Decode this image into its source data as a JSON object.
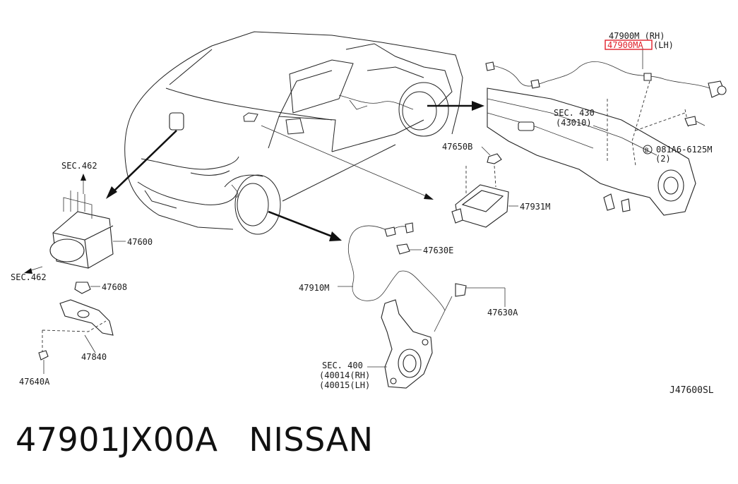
{
  "labels": {
    "sec462_top": "SEC.462",
    "sec462_bottom": "SEC.462",
    "p47600": "47600",
    "p47608": "47608",
    "p47840": "47840",
    "p47640a": "47640A",
    "p47650b": "47650B",
    "p47931m": "47931M",
    "p47630e": "47630E",
    "p47910m": "47910M",
    "p47630a": "47630A",
    "sec400": "SEC. 400",
    "sec400_rh": "(40014(RH)",
    "sec400_lh": "(40015(LH)",
    "p47900m_rh": "47900M (RH)",
    "p47900ma": "47900MA",
    "p47900ma_lh": "(LH)",
    "sec430": "SEC. 430",
    "sec430_sub": "(43010)",
    "bolt_b": "B",
    "bolt_code": "081A6-6125M",
    "bolt_qty": "(2)",
    "diagram_code": "J47600SL"
  },
  "caption": {
    "part_number": "47901JX00A",
    "brand": "NISSAN"
  },
  "colors": {
    "highlight": "#e0202a",
    "ink": "#1a1a1a"
  }
}
